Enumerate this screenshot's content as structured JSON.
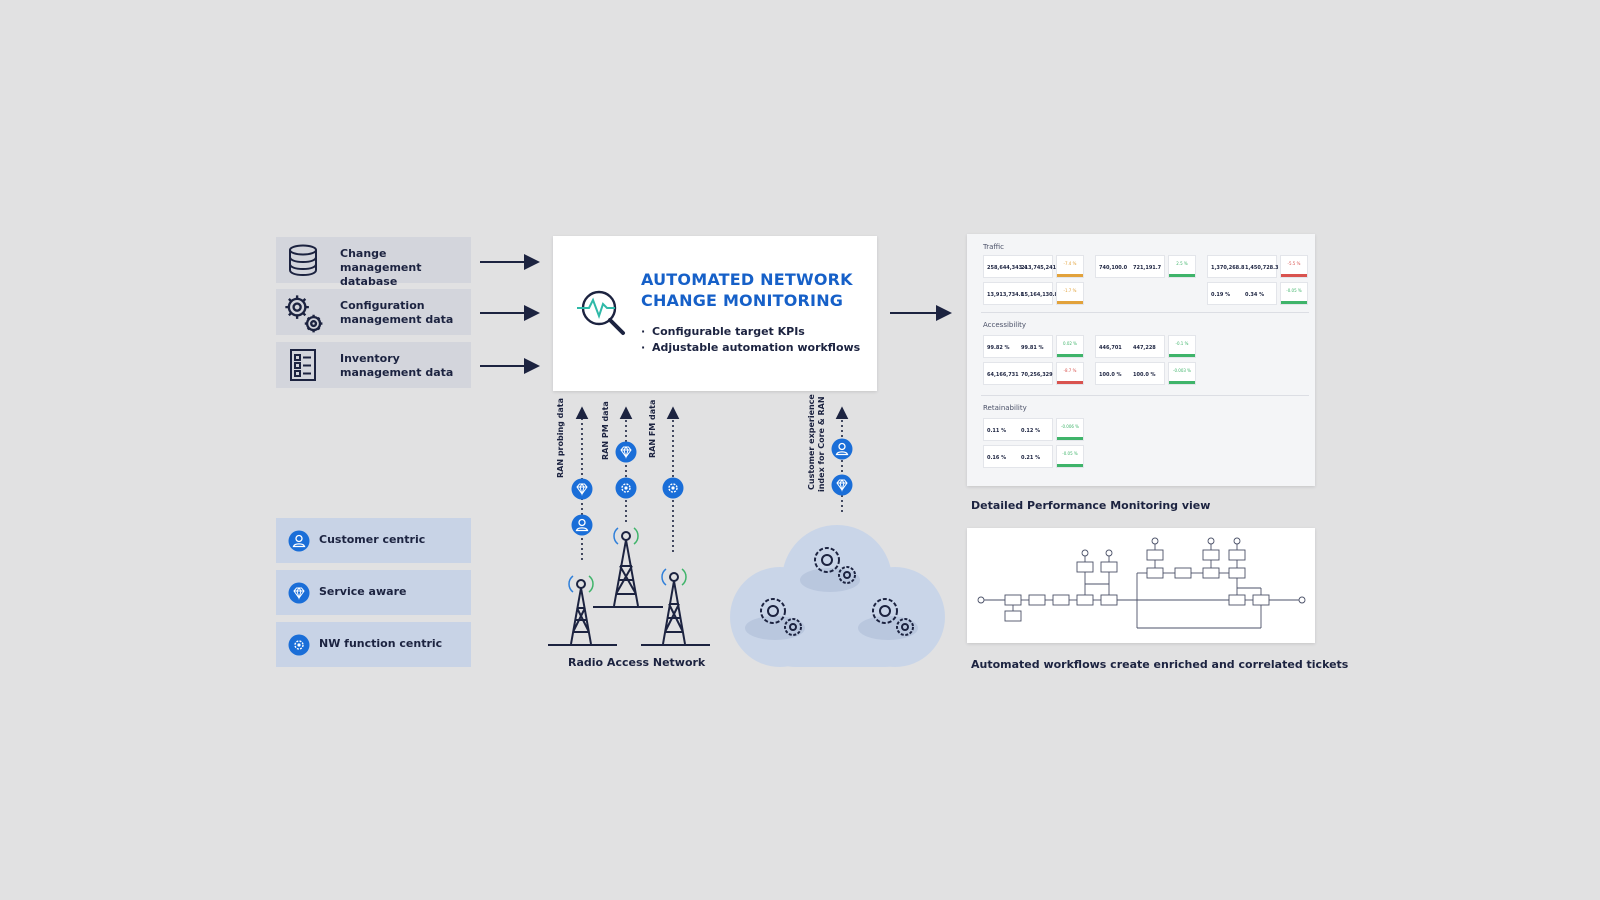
{
  "sources": [
    {
      "label_line1": "Change management",
      "label_line2": "database",
      "icon": "database-icon"
    },
    {
      "label_line1": "Configuration",
      "label_line2": "management data",
      "icon": "gears-icon"
    },
    {
      "label_line1": "Inventory",
      "label_line2": "management data",
      "icon": "checklist-icon"
    }
  ],
  "main": {
    "title_line1": "AUTOMATED NETWORK",
    "title_line2": "CHANGE MONITORING",
    "bullets": [
      "Configurable target KPIs",
      "Adjustable automation workflows"
    ],
    "icon": "monitoring-magnifier-icon"
  },
  "flows": {
    "ran_probing": "RAN probing data",
    "ran_pm": "RAN PM data",
    "ran_fm": "RAN FM data",
    "cx_line1": "Customer experience",
    "cx_line2": "index for Core & RAN"
  },
  "legend": [
    {
      "label": "Customer centric",
      "icon": "person-icon"
    },
    {
      "label": "Service aware",
      "icon": "diamond-icon"
    },
    {
      "label": "NW function centric",
      "icon": "gear-icon"
    }
  ],
  "captions": {
    "ran": "Radio Access Network",
    "dashboard": "Detailed Performance Monitoring view",
    "workflow": "Automated workflows create enriched and correlated tickets"
  },
  "dashboard": {
    "sections": [
      {
        "title": "Traffic"
      },
      {
        "title": "Accessibility"
      },
      {
        "title": "Retainability"
      }
    ],
    "kpis": [
      {
        "id": "t1",
        "v1": "258,644,343.4",
        "v2": "213,745,241.4",
        "delta": "-7.4 %",
        "status": "warn"
      },
      {
        "id": "t2",
        "v1": "740,100.0",
        "v2": "721,191.7",
        "delta": "2.5 %",
        "status": "good"
      },
      {
        "id": "t3",
        "v1": "1,370,268.8",
        "v2": "1,450,728.3",
        "delta": "-5.5 %",
        "status": "bad"
      },
      {
        "id": "t4",
        "v1": "13,913,734.8",
        "v2": "15,164,130.8",
        "delta": "-1.7 %",
        "status": "warn"
      },
      {
        "id": "t5",
        "v1": "0.19 %",
        "v2": "0.34 %",
        "delta": "-0.05 %",
        "status": "good"
      },
      {
        "id": "a1",
        "v1": "99.82 %",
        "v2": "99.81 %",
        "delta": "0.02 %",
        "status": "good"
      },
      {
        "id": "a2",
        "v1": "446,701",
        "v2": "447,228",
        "delta": "-0.1 %",
        "status": "good"
      },
      {
        "id": "a3",
        "v1": "64,166,731",
        "v2": "70,256,329",
        "delta": "-8.7 %",
        "status": "bad"
      },
      {
        "id": "a4",
        "v1": "100.0 %",
        "v2": "100.0 %",
        "delta": "-0.003 %",
        "status": "good"
      },
      {
        "id": "r1",
        "v1": "0.11 %",
        "v2": "0.12 %",
        "delta": "-0.006 %",
        "status": "good"
      },
      {
        "id": "r2",
        "v1": "0.16 %",
        "v2": "0.21 %",
        "delta": "-0.05 %",
        "status": "good"
      }
    ]
  },
  "colors": {
    "accent": "#1660c8",
    "badge": "#1a6ed8",
    "good": "#3fb46a",
    "warn": "#e2a23b",
    "bad": "#d9534f",
    "cloud": "#c9d5e8",
    "text": "#1c2340"
  }
}
